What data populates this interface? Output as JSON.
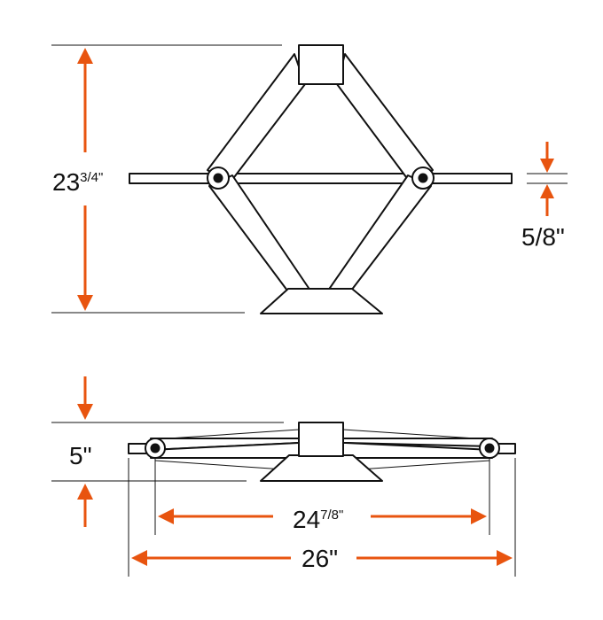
{
  "colors": {
    "dimension_arrow": "#E8540F",
    "line": "#111111",
    "background": "#ffffff"
  },
  "dimensions": {
    "raised_height": {
      "main": "23",
      "superscript": "3/4\""
    },
    "rod_thickness": "5/8\"",
    "lowered_height": "5\"",
    "pivot_span": {
      "main": "24",
      "superscript": "7/8\""
    },
    "overall_length": "26\""
  }
}
